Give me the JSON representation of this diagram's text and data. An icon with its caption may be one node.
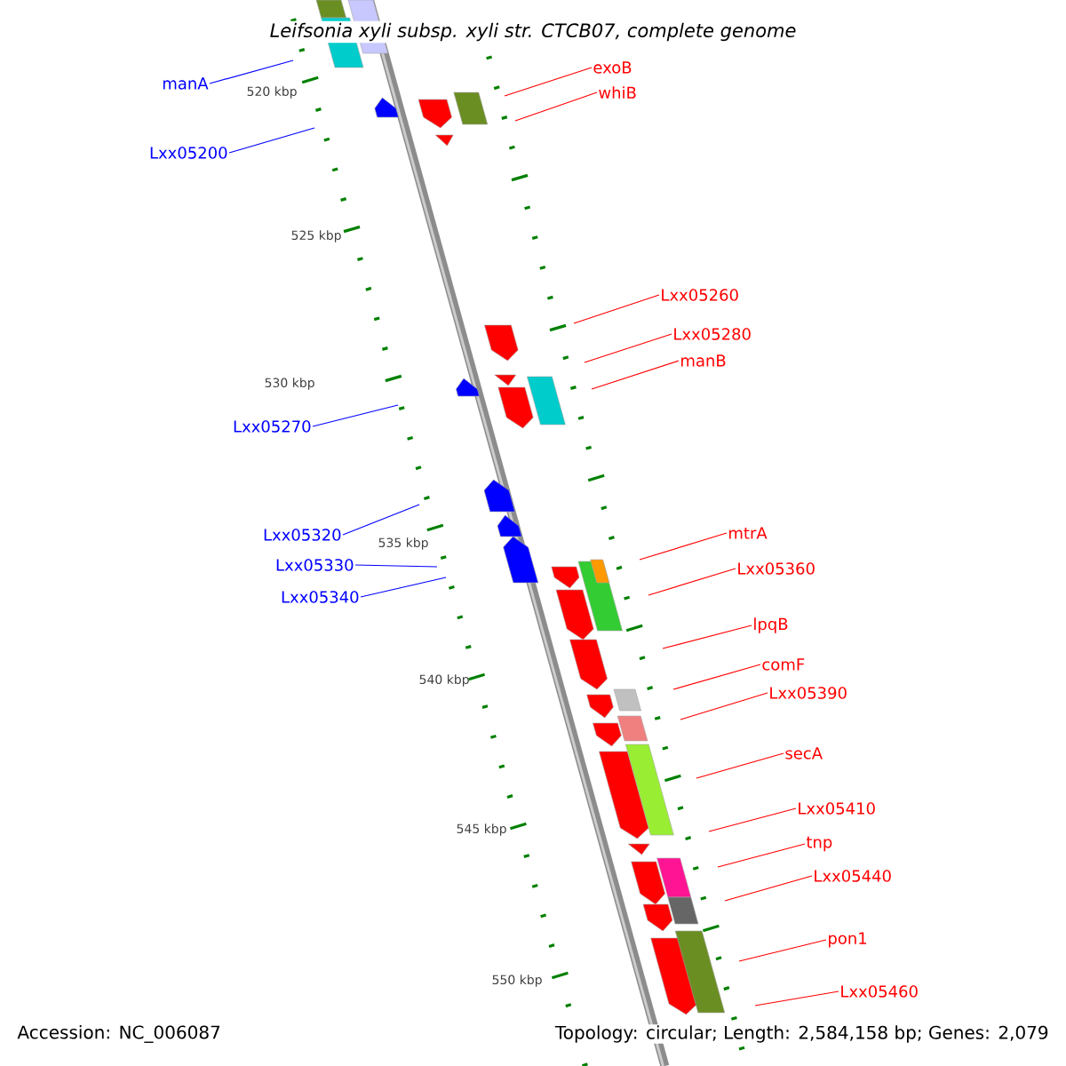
{
  "diagram": {
    "title": "Leifsonia xyli subsp. xyli str. CTCB07, complete genome",
    "nodes": [
      {
        "text": [
          "manA"
        ]
      },
      {
        "text": [
          "Lxx05200"
        ]
      },
      {
        "text": [
          "Lxx05270"
        ]
      },
      {
        "text": [
          "Lxx05320"
        ]
      },
      {
        "text": [
          "Lxx05330"
        ]
      },
      {
        "text": [
          "Lxx05340"
        ]
      },
      {
        "text": [
          "exoB"
        ]
      },
      {
        "text": [
          "whiB"
        ]
      },
      {
        "text": [
          "Lxx05260"
        ]
      },
      {
        "text": [
          "Lxx05280"
        ]
      },
      {
        "text": [
          "manB"
        ]
      },
      {
        "text": [
          "mtrA"
        ]
      },
      {
        "text": [
          "Lxx05360"
        ]
      },
      {
        "text": [
          "lpqB"
        ]
      },
      {
        "text": [
          "comF"
        ]
      },
      {
        "text": [
          "Lxx05390"
        ]
      },
      {
        "text": [
          "secA"
        ]
      },
      {
        "text": [
          "Lxx05410"
        ]
      },
      {
        "text": [
          "tnp"
        ]
      },
      {
        "text": [
          "Lxx05440"
        ]
      },
      {
        "text": [
          "pon1"
        ]
      },
      {
        "text": [
          "Lxx05460"
        ]
      }
    ],
    "edges": [
      {
        "from": 0,
        "to": null,
        "arrow": "none",
        "color": "#0000ff"
      },
      {
        "from": 1,
        "to": null,
        "arrow": "none",
        "color": "#0000ff"
      },
      {
        "from": 2,
        "to": null,
        "arrow": "none",
        "color": "#0000ff"
      },
      {
        "from": 3,
        "to": null,
        "arrow": "none",
        "color": "#0000ff"
      },
      {
        "from": 4,
        "to": null,
        "arrow": "none",
        "color": "#0000ff"
      },
      {
        "from": 5,
        "to": null,
        "arrow": "none",
        "color": "#0000ff"
      },
      {
        "from": 6,
        "to": null,
        "arrow": "none"
      },
      {
        "from": 7,
        "to": null,
        "arrow": "none"
      },
      {
        "from": 8,
        "to": null,
        "arrow": "none"
      },
      {
        "from": 9,
        "to": null,
        "arrow": "none"
      },
      {
        "from": 10,
        "to": null,
        "arrow": "none"
      },
      {
        "from": 11,
        "to": null,
        "arrow": "none"
      },
      {
        "from": 12,
        "to": null,
        "arrow": "none"
      },
      {
        "from": 13,
        "to": null,
        "arrow": "none"
      },
      {
        "from": 14,
        "to": null,
        "arrow": "none"
      },
      {
        "from": 15,
        "to": null,
        "arrow": "none"
      },
      {
        "from": 16,
        "to": null,
        "arrow": "none"
      },
      {
        "from": 17,
        "to": null,
        "arrow": "none"
      },
      {
        "from": 18,
        "to": null,
        "arrow": "none"
      },
      {
        "from": 19,
        "to": null,
        "arrow": "none"
      },
      {
        "from": 20,
        "to": null,
        "arrow": "none"
      },
      {
        "from": 21,
        "to": null,
        "arrow": "none"
      }
    ],
    "labels": [
      "520 kbp",
      "525 kbp",
      "530 kbp",
      "535 kbp",
      "540 kbp",
      "545 kbp",
      "550 kbp",
      "Accession: NC_006087",
      "Topology: circular; Length: 2,584,158 bp; Genes: 2,079"
    ]
  }
}
